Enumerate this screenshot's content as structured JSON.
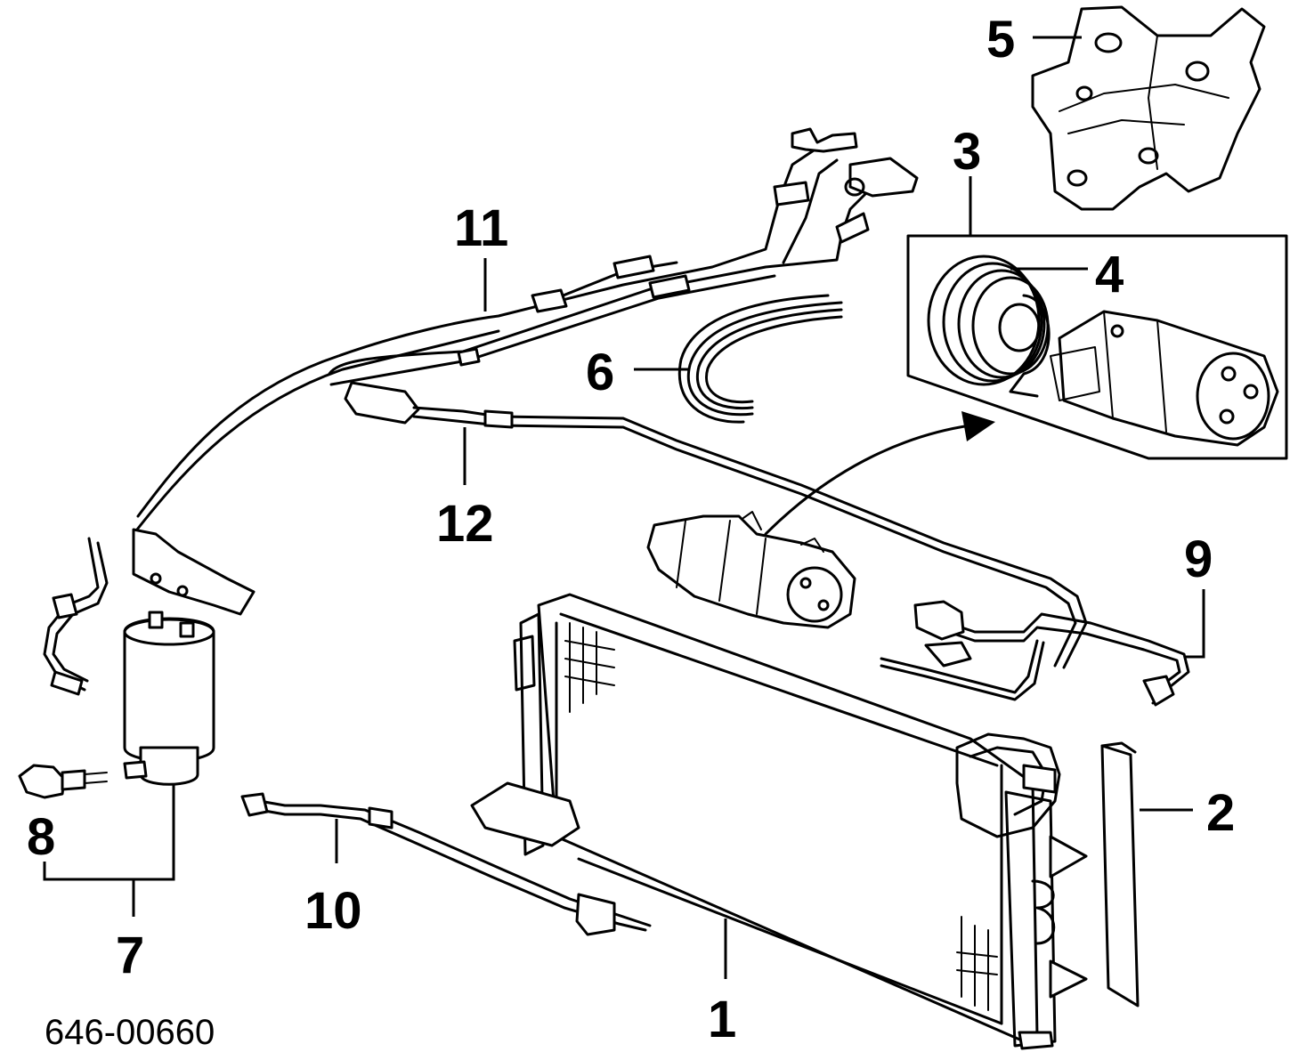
{
  "diagram": {
    "part_number": "646-00660",
    "callouts": {
      "c1": "1",
      "c2": "2",
      "c3": "3",
      "c4": "4",
      "c5": "5",
      "c6": "6",
      "c7": "7",
      "c8": "8",
      "c9": "9",
      "c10": "10",
      "c11": "11",
      "c12": "12"
    }
  }
}
